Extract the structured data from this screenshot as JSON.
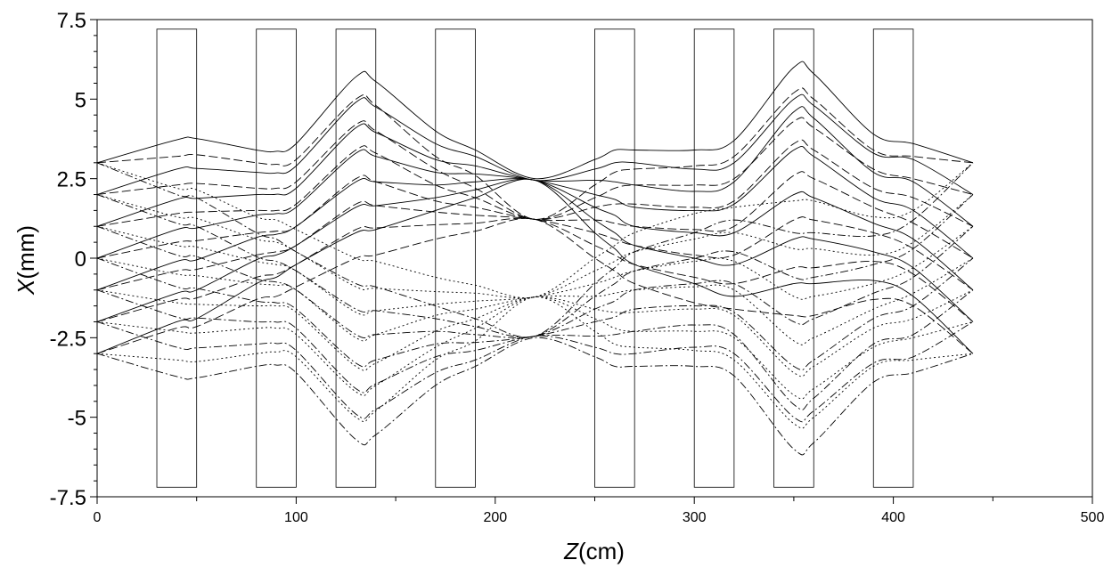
{
  "chart_data": {
    "type": "line",
    "title": "",
    "xlabel": {
      "var": "Z",
      "unit": "(cm)"
    },
    "ylabel": {
      "var": "X",
      "unit": "(mm)"
    },
    "xlim": [
      0,
      500
    ],
    "ylim": [
      -7.5,
      7.5
    ],
    "xticks": [
      0,
      100,
      200,
      300,
      400,
      500
    ],
    "yticks": [
      7.5,
      5,
      2.5,
      0,
      -2.5,
      -5,
      -7.5
    ],
    "yticklabels": [
      "7.5",
      "5",
      "2.5",
      "0",
      "-2.5",
      "-5",
      "-7.5"
    ],
    "grid": false,
    "legend": "none",
    "elements": [
      {
        "z": [
          30,
          50
        ],
        "x": [
          -7.2,
          7.2
        ]
      },
      {
        "z": [
          80,
          100
        ],
        "x": [
          -7.2,
          7.2
        ]
      },
      {
        "z": [
          120,
          140
        ],
        "x": [
          -7.2,
          7.2
        ]
      },
      {
        "z": [
          170,
          190
        ],
        "x": [
          -7.2,
          7.2
        ]
      },
      {
        "z": [
          250,
          270
        ],
        "x": [
          -7.2,
          7.2
        ]
      },
      {
        "z": [
          300,
          320
        ],
        "x": [
          -7.2,
          7.2
        ]
      },
      {
        "z": [
          340,
          360
        ],
        "x": [
          -7.2,
          7.2
        ]
      },
      {
        "z": [
          390,
          410
        ],
        "x": [
          -7.2,
          7.2
        ]
      }
    ],
    "ray_styles": [
      "solid",
      "dashed",
      "dotted",
      "dashdot"
    ],
    "series": [
      {
        "x": [
          0,
          40,
          50,
          80,
          90,
          100,
          130,
          140,
          170,
          190,
          220,
          250,
          260,
          270,
          300,
          320,
          350,
          360,
          390,
          410,
          440
        ],
        "y": [
          3.0,
          3.72,
          3.76,
          3.4,
          3.36,
          3.6,
          5.7,
          5.55,
          4.0,
          3.4,
          2.5,
          3.1,
          3.4,
          3.4,
          3.4,
          3.7,
          6.0,
          5.8,
          3.9,
          3.6,
          3.0
        ],
        "style": "solid"
      },
      {
        "x": [
          0,
          40,
          50,
          80,
          90,
          100,
          130,
          140,
          170,
          190,
          220,
          250,
          260,
          270,
          300,
          320,
          350,
          360,
          390,
          410,
          440
        ],
        "y": [
          2.0,
          2.8,
          2.82,
          2.7,
          2.68,
          2.9,
          4.9,
          4.75,
          3.6,
          3.2,
          2.45,
          2.8,
          3.0,
          3.0,
          2.8,
          3.0,
          5.0,
          4.8,
          3.3,
          3.1,
          2.0
        ],
        "style": "solid"
      },
      {
        "x": [
          0,
          40,
          50,
          80,
          90,
          100,
          130,
          140,
          170,
          190,
          220,
          250,
          260,
          270,
          300,
          320,
          350,
          360,
          390,
          410,
          440
        ],
        "y": [
          1.0,
          1.85,
          1.88,
          2.0,
          2.01,
          2.2,
          4.1,
          3.95,
          3.1,
          2.9,
          2.45,
          2.45,
          2.4,
          2.3,
          2.1,
          2.4,
          4.6,
          4.4,
          2.7,
          2.4,
          1.0
        ],
        "style": "solid"
      },
      {
        "x": [
          0,
          40,
          50,
          80,
          90,
          100,
          130,
          140,
          170,
          190,
          220,
          250,
          260,
          270,
          300,
          320,
          350,
          360,
          390,
          410,
          440
        ],
        "y": [
          0.0,
          0.9,
          0.95,
          1.35,
          1.4,
          1.6,
          3.3,
          3.2,
          2.7,
          2.65,
          2.45,
          2.0,
          1.85,
          1.6,
          1.5,
          1.7,
          3.4,
          3.2,
          1.9,
          1.5,
          0.0
        ],
        "style": "solid"
      },
      {
        "x": [
          0,
          40,
          50,
          80,
          90,
          100,
          130,
          140,
          170,
          190,
          220,
          250,
          260,
          270,
          300,
          320,
          350,
          360,
          390,
          410,
          440
        ],
        "y": [
          -1.0,
          -0.1,
          -0.05,
          0.65,
          0.75,
          1.0,
          2.4,
          2.4,
          2.3,
          2.4,
          2.45,
          1.6,
          1.35,
          1.0,
          0.8,
          0.8,
          2.0,
          1.9,
          1.1,
          0.6,
          -1.0
        ],
        "style": "solid"
      },
      {
        "x": [
          0,
          40,
          50,
          80,
          90,
          100,
          130,
          140,
          170,
          190,
          220,
          250,
          260,
          270,
          300,
          320,
          350,
          360,
          390,
          410,
          440
        ],
        "y": [
          -2.0,
          -1.1,
          -1.0,
          -0.05,
          0.1,
          0.4,
          1.6,
          1.65,
          1.9,
          2.15,
          2.45,
          1.2,
          0.8,
          0.4,
          0.0,
          -0.2,
          0.6,
          0.6,
          0.2,
          -0.3,
          -2.0
        ],
        "style": "solid"
      },
      {
        "x": [
          0,
          40,
          50,
          80,
          90,
          100,
          130,
          140,
          170,
          190,
          220,
          250,
          260,
          270,
          300,
          320,
          350,
          360,
          390,
          410,
          440
        ],
        "y": [
          -3.0,
          -2.0,
          -1.9,
          -0.8,
          -0.6,
          -0.2,
          0.8,
          0.9,
          1.5,
          1.9,
          2.45,
          0.8,
          0.3,
          -0.2,
          -0.8,
          -1.2,
          -0.8,
          -0.8,
          -0.7,
          -1.2,
          -3.0
        ],
        "style": "solid"
      },
      {
        "x": [
          0,
          40,
          50,
          80,
          90,
          100,
          130,
          140,
          170,
          190,
          220,
          250,
          260,
          270,
          300,
          320,
          350,
          360,
          390,
          410,
          440
        ],
        "y": [
          3.0,
          3.2,
          3.25,
          3.0,
          2.95,
          3.1,
          5.0,
          4.8,
          3.2,
          2.6,
          1.22,
          2.3,
          2.7,
          2.8,
          2.9,
          3.2,
          5.2,
          5.0,
          3.4,
          3.2,
          3.0
        ],
        "style": "dashed"
      },
      {
        "x": [
          0,
          40,
          50,
          80,
          90,
          100,
          130,
          140,
          170,
          190,
          220,
          250,
          260,
          270,
          300,
          320,
          350,
          360,
          390,
          410,
          440
        ],
        "y": [
          2.0,
          2.3,
          2.35,
          2.2,
          2.2,
          2.4,
          4.2,
          4.0,
          2.8,
          2.2,
          1.22,
          1.9,
          2.2,
          2.3,
          2.3,
          2.5,
          4.3,
          4.1,
          2.8,
          2.5,
          2.0
        ],
        "style": "dashed"
      },
      {
        "x": [
          0,
          40,
          50,
          80,
          90,
          100,
          130,
          140,
          170,
          190,
          220,
          250,
          260,
          270,
          300,
          320,
          350,
          360,
          390,
          410,
          440
        ],
        "y": [
          1.0,
          1.4,
          1.45,
          1.5,
          1.5,
          1.7,
          3.4,
          3.3,
          2.3,
          1.9,
          1.22,
          1.6,
          1.7,
          1.7,
          1.6,
          1.8,
          3.6,
          3.4,
          2.2,
          1.9,
          1.0
        ],
        "style": "dashed"
      },
      {
        "x": [
          0,
          40,
          50,
          80,
          90,
          100,
          130,
          140,
          170,
          190,
          220,
          250,
          260,
          270,
          300,
          320,
          350,
          360,
          390,
          410,
          440
        ],
        "y": [
          0.0,
          0.5,
          0.55,
          0.8,
          0.85,
          1.0,
          2.5,
          2.4,
          1.8,
          1.6,
          1.22,
          1.2,
          1.1,
          1.0,
          0.9,
          1.0,
          2.6,
          2.5,
          1.6,
          1.1,
          0.0
        ],
        "style": "dashed"
      },
      {
        "x": [
          0,
          40,
          50,
          80,
          90,
          100,
          130,
          140,
          170,
          190,
          220,
          250,
          260,
          270,
          300,
          320,
          350,
          360,
          390,
          410,
          440
        ],
        "y": [
          -1.0,
          -0.4,
          -0.35,
          0.1,
          0.2,
          0.4,
          1.7,
          1.65,
          1.45,
          1.35,
          1.22,
          0.8,
          0.6,
          0.4,
          0.1,
          0.1,
          1.2,
          1.2,
          0.8,
          0.3,
          -1.0
        ],
        "style": "dashed"
      },
      {
        "x": [
          0,
          40,
          50,
          80,
          90,
          100,
          130,
          140,
          170,
          190,
          220,
          250,
          260,
          270,
          300,
          320,
          350,
          360,
          390,
          410,
          440
        ],
        "y": [
          -2.0,
          -1.3,
          -1.25,
          -0.6,
          -0.5,
          -0.2,
          0.9,
          0.95,
          1.05,
          1.1,
          1.22,
          0.4,
          0.1,
          -0.2,
          -0.6,
          -0.8,
          -0.3,
          -0.3,
          -0.1,
          -0.5,
          -2.0
        ],
        "style": "dashed"
      },
      {
        "x": [
          0,
          40,
          50,
          80,
          90,
          100,
          130,
          140,
          170,
          190,
          220,
          250,
          260,
          270,
          300,
          320,
          350,
          360,
          390,
          410,
          440
        ],
        "y": [
          -3.0,
          -2.2,
          -2.15,
          -1.3,
          -1.2,
          -0.9,
          0.0,
          0.1,
          0.6,
          0.85,
          1.22,
          0.0,
          -0.4,
          -0.8,
          -1.4,
          -1.6,
          -1.8,
          -1.8,
          -1.3,
          -1.5,
          -3.0
        ],
        "style": "dashed"
      }
    ]
  }
}
